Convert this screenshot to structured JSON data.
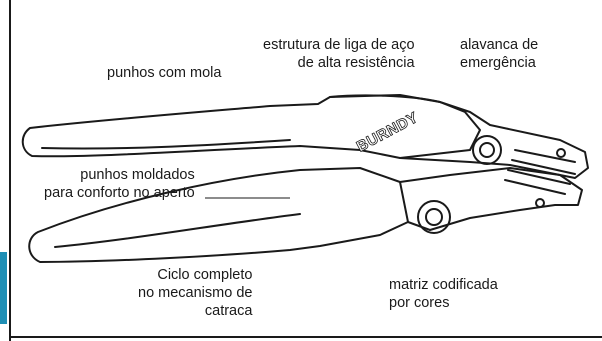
{
  "labels": {
    "punhos_mola": "punhos com mola",
    "estrutura_1": "estrutura de liga de aço",
    "estrutura_2": "de alta resistência",
    "alavanca_1": "alavanca de",
    "alavanca_2": "emergência",
    "moldados_1": "punhos moldados",
    "moldados_2": "para conforto no aperto",
    "ciclo_1": "Ciclo completo",
    "ciclo_2": "no mecanismo de",
    "ciclo_3": "catraca",
    "matriz_1": "matriz codificada",
    "matriz_2": "por cores"
  },
  "brand": "BURNDY",
  "colors": {
    "accent": "#1f8fb5",
    "ink": "#1a1a1a"
  }
}
